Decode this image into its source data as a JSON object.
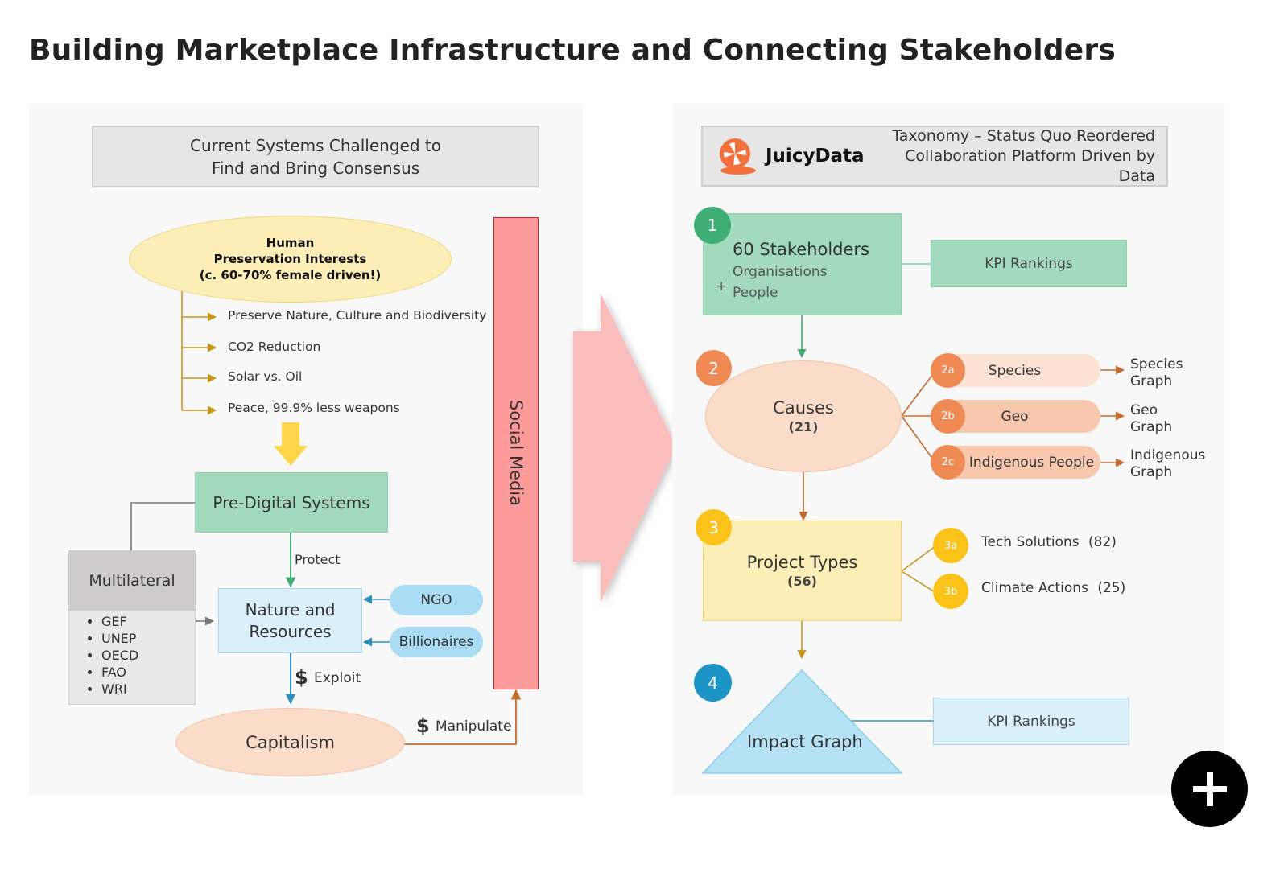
{
  "title": "Building Marketplace Infrastructure and Connecting Stakeholders",
  "left": {
    "header_lines": [
      "Current Systems Challenged to",
      "Find and Bring Consensus"
    ],
    "interests": {
      "lines": [
        "Human",
        "Preservation Interests",
        "(c. 60-70% female driven!)"
      ],
      "items": [
        "Preserve Nature, Culture and Biodiversity",
        "CO2 Reduction",
        "Solar vs. Oil",
        "Peace, 99.9% less weapons"
      ]
    },
    "social_media": "Social Media",
    "pre_digital": "Pre-Digital Systems",
    "multilateral": {
      "title": "Multilateral",
      "items": [
        "GEF",
        "UNEP",
        "OECD",
        "FAO",
        "WRI"
      ]
    },
    "protect": "Protect",
    "nature_lines": [
      "Nature and",
      "Resources"
    ],
    "ngo": "NGO",
    "billionaires": "Billionaires",
    "dollar": "$",
    "exploit": "Exploit",
    "manipulate": "Manipulate",
    "capitalism": "Capitalism"
  },
  "right": {
    "brand": "JuicyData",
    "header_lines": [
      "Taxonomy – Status Quo Reordered",
      "Collaboration Platform Driven by Data"
    ],
    "stakeholders": {
      "number": "1",
      "title": "60 Stakeholders",
      "plus": "+",
      "lines": [
        "Organisations",
        "People"
      ],
      "kpi": "KPI Rankings"
    },
    "causes": {
      "number": "2",
      "title": "Causes",
      "count": "(21)",
      "subs": [
        {
          "tag": "2a",
          "label": "Species",
          "graph_lines": [
            "Species",
            "Graph"
          ]
        },
        {
          "tag": "2b",
          "label": "Geo",
          "graph_lines": [
            "Geo",
            "Graph"
          ]
        },
        {
          "tag": "2c",
          "label": "Indigenous People",
          "graph_lines": [
            "Indigenous",
            "Graph"
          ]
        }
      ]
    },
    "projects": {
      "number": "3",
      "title": "Project Types",
      "count": "(56)",
      "subs": [
        {
          "tag": "3a",
          "label": "Tech Solutions",
          "count": "(82)"
        },
        {
          "tag": "3b",
          "label": "Climate Actions",
          "count": "(25)"
        }
      ]
    },
    "impact": {
      "number": "4",
      "title": "Impact Graph",
      "kpi": "KPI Rankings"
    }
  },
  "fab_icon": "plus-icon"
}
